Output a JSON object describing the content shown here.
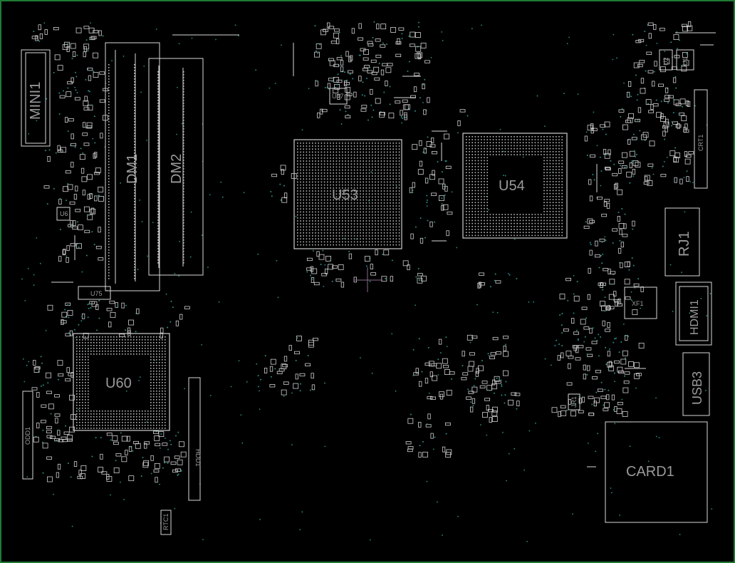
{
  "viewer": {
    "frame_color": "#1f7a33",
    "background": "#000000",
    "outline_color": "#d8d8d8",
    "via_color": "#2a8c88"
  },
  "labels": {
    "mini1": "MINI1",
    "dm1": "DM1",
    "dm2": "DM2",
    "u53": "U53",
    "u54": "U54",
    "u60": "U60",
    "u75": "U75",
    "u6": "U6",
    "rj1": "RJ1",
    "xf1": "XF1",
    "hdmi1": "HDMI1",
    "usb3": "USB3",
    "card1": "CARD1",
    "crt1": "CRT1",
    "odd1": "ODD1",
    "hdd1": "HDD1",
    "rtc1": "RTC1",
    "u47": "U47",
    "u2": "U2",
    "u1": "U1",
    "jr1": "JR1"
  }
}
